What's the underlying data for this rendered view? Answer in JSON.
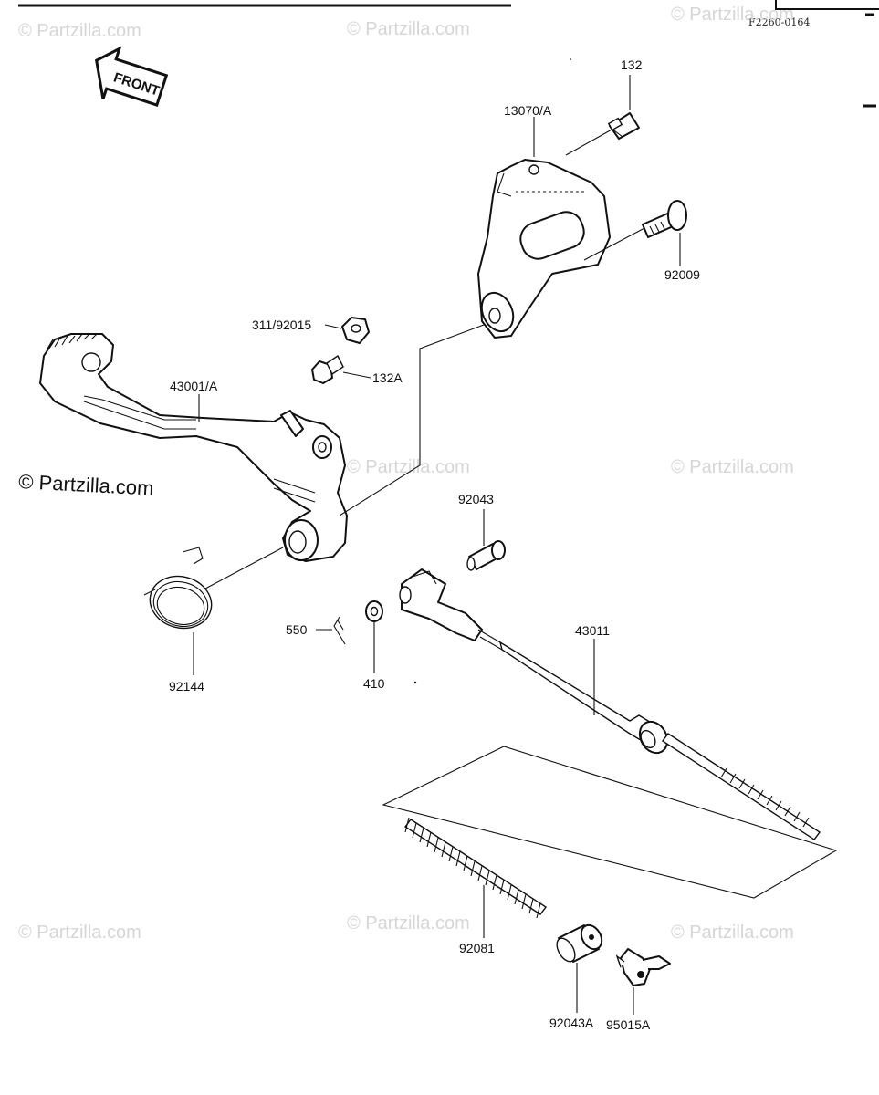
{
  "header": {
    "ref_code": "F2260-0164",
    "front_label": "FRONT"
  },
  "watermarks": {
    "text": "© Partzilla.com"
  },
  "part_labels": {
    "p132": "132",
    "p13070a": "13070/A",
    "p92009": "92009",
    "p311_92015": "311/92015",
    "p132a": "132A",
    "p43001a": "43001/A",
    "p92043": "92043",
    "p43011": "43011",
    "p550": "550",
    "p410": "410",
    "p92144": "92144",
    "p92081": "92081",
    "p92043a": "92043A",
    "p95015a": "95015A"
  },
  "colors": {
    "line": "#111111",
    "watermark": "#d6d6d6",
    "background": "#ffffff"
  }
}
